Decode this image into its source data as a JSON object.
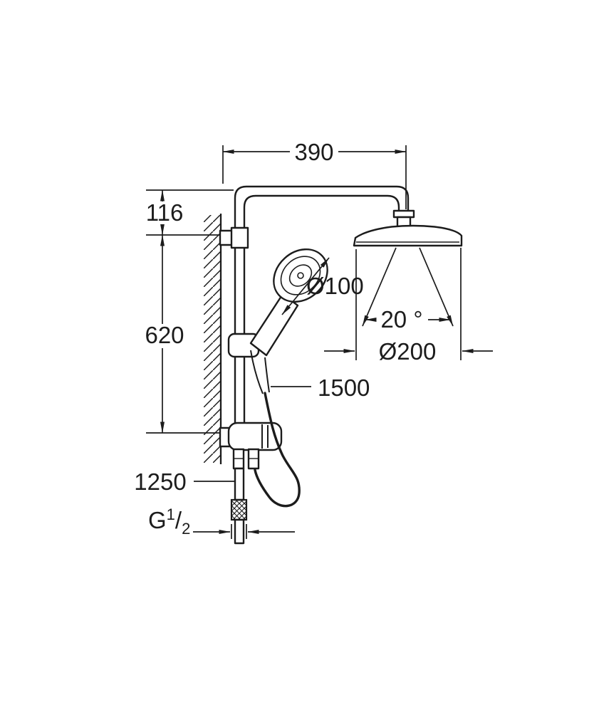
{
  "drawing": {
    "kind": "shower-system-technical-drawing",
    "labels": {
      "width_top": "390",
      "offset_top": "116",
      "rail_length": "620",
      "handshower_diameter": "Ø100",
      "spray_angle": "20 °",
      "headshower_diameter": "Ø200",
      "hose_length": "1500",
      "mounting_height": "1250",
      "thread": {
        "prefix": "G",
        "numerator": "1",
        "slash": "/",
        "denominator": "2"
      }
    },
    "colors": {
      "ink": "#1c1c1c",
      "paper": "#ffffff"
    }
  }
}
